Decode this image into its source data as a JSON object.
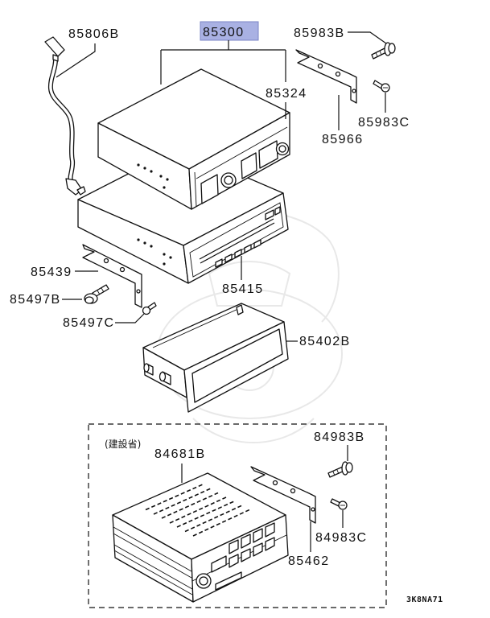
{
  "callouts": {
    "cable": "85806B",
    "assembly": "85300",
    "upper_unit": "85324",
    "lower_unit": "85415",
    "left_bracket": "85439",
    "left_screw_b": "85497B",
    "left_screw_c": "85497C",
    "pocket": "85402B",
    "right_screw_b": "85983B",
    "right_screw_c": "85983C",
    "right_bracket": "85966",
    "inset_unit": "84681B",
    "inset_screw_b": "84983B",
    "inset_screw_c": "84983C",
    "inset_bracket": "85462"
  },
  "inset_note": "(建設省)",
  "figure_code": "3K8NA71",
  "colors": {
    "highlight": "#a9b1e3",
    "line": "#111111"
  }
}
